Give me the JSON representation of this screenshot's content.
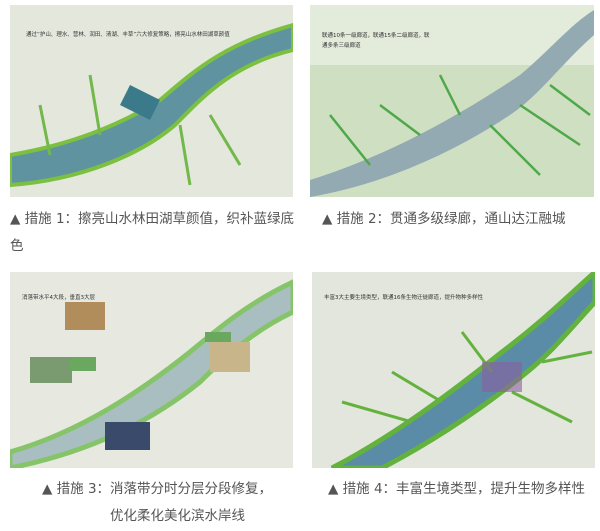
{
  "figures": [
    {
      "caption_line1": "▲ 措施 1：擦亮山水林田湖草颜值，织补蓝绿底",
      "caption_line2": "色",
      "map_lettering": "通过“护山、理水、营林、润田、清湖、丰草”六大修复策略，擦亮山水林田湖草颜值"
    },
    {
      "caption_line1": "▲ 措施 2：贯通多级绿廊，通山达江融城",
      "map_lettering": "联通10条一级廊道，联通15条二级廊道，联通多条三级廊道"
    },
    {
      "caption_line1": "▲ 措施 3：消落带分时分层分段修复，",
      "caption_line2": "优化柔化美化滨水岸线",
      "map_lettering": "消落带水平4大段，垂直3大层"
    },
    {
      "caption_line1": "▲ 措施 4：丰富生境类型，提升生物多样性",
      "map_lettering": "丰富3大主要生境类型，联通16条生物迁徙廊道，提升物种多样性"
    }
  ],
  "colors": {
    "river": "#5f93a0",
    "green": "#6fb24a",
    "terrain": "#e6e9df"
  }
}
